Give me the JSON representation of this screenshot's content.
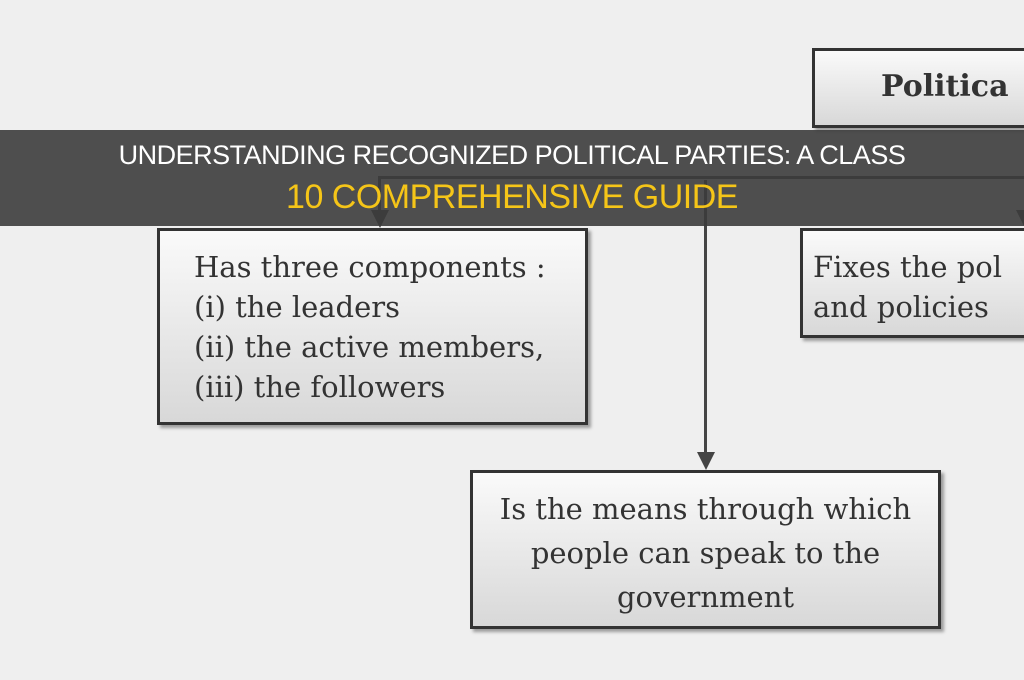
{
  "diagram": {
    "top_box": "Politica",
    "left_box": [
      "Has three components :",
      "(i) the leaders",
      "(ii) the active members,",
      "(iii) the followers"
    ],
    "right_box": [
      "Fixes the pol",
      "and policies"
    ],
    "bottom_box": [
      "Is the means through which",
      "people can speak to the",
      "government"
    ]
  },
  "title": {
    "line1": "UNDERSTANDING RECOGNIZED POLITICAL PARTIES: A CLASS",
    "line2": "10 COMPREHENSIVE GUIDE"
  },
  "colors": {
    "line1": "#ffffff",
    "line2": "#f5c518",
    "band": "#3c3c3c"
  }
}
